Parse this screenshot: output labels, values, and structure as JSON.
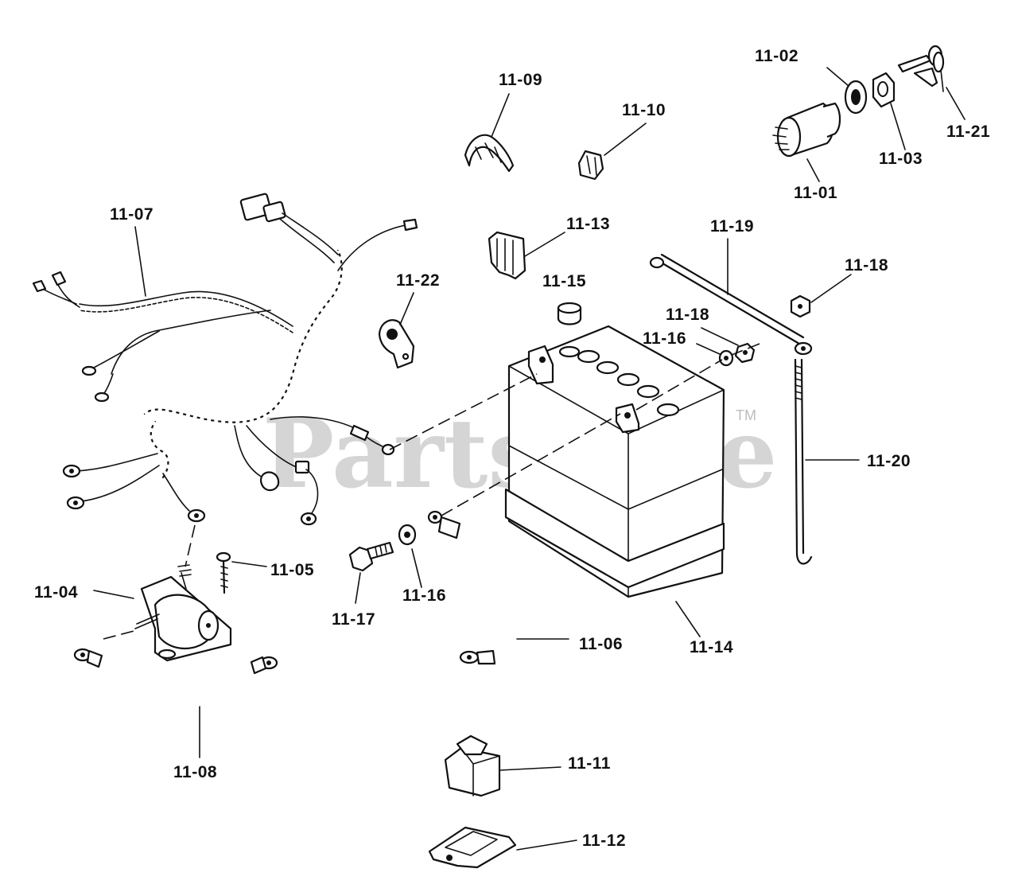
{
  "watermark": {
    "text": "PartsTree",
    "tm": "TM"
  },
  "colors": {
    "ink": "#111111",
    "background": "#ffffff",
    "watermark": "#c8c8c8"
  },
  "callouts": [
    {
      "id": "11-01",
      "part": "ignition-switch"
    },
    {
      "id": "11-02",
      "part": "lock-washer"
    },
    {
      "id": "11-03",
      "part": "hex-nut"
    },
    {
      "id": "11-04",
      "part": "starter-solenoid"
    },
    {
      "id": "11-05",
      "part": "screw"
    },
    {
      "id": "11-06",
      "part": "battery-cable"
    },
    {
      "id": "11-07",
      "part": "wiring-harness"
    },
    {
      "id": "11-08",
      "part": "solenoid-cable"
    },
    {
      "id": "11-09",
      "part": "cable-clip"
    },
    {
      "id": "11-10",
      "part": "wire-clip"
    },
    {
      "id": "11-11",
      "part": "toggle-switch"
    },
    {
      "id": "11-12",
      "part": "switch-bracket"
    },
    {
      "id": "11-13",
      "part": "spring-clip"
    },
    {
      "id": "11-14",
      "part": "battery"
    },
    {
      "id": "11-15",
      "part": "vent-cap"
    },
    {
      "id": "11-16",
      "part": "washer"
    },
    {
      "id": "11-17",
      "part": "bolt"
    },
    {
      "id": "11-18",
      "part": "nut"
    },
    {
      "id": "11-19",
      "part": "hold-down-bar"
    },
    {
      "id": "11-20",
      "part": "hold-down-rod"
    },
    {
      "id": "11-21",
      "part": "key-set"
    },
    {
      "id": "11-22",
      "part": "cable-clamp"
    }
  ],
  "labels": {
    "l0101": "11-01",
    "l0102": "11-02",
    "l0103": "11-03",
    "l0104": "11-04",
    "l0105": "11-05",
    "l0106": "11-06",
    "l0107": "11-07",
    "l0108": "11-08",
    "l0109": "11-09",
    "l0110": "11-10",
    "l0111": "11-11",
    "l0112": "11-12",
    "l0113": "11-13",
    "l0114": "11-14",
    "l0115": "11-15",
    "l0116a": "11-16",
    "l0116b": "11-16",
    "l0117": "11-17",
    "l0118a": "11-18",
    "l0118b": "11-18",
    "l0119": "11-19",
    "l0120": "11-20",
    "l0121": "11-21",
    "l0122": "11-22"
  }
}
